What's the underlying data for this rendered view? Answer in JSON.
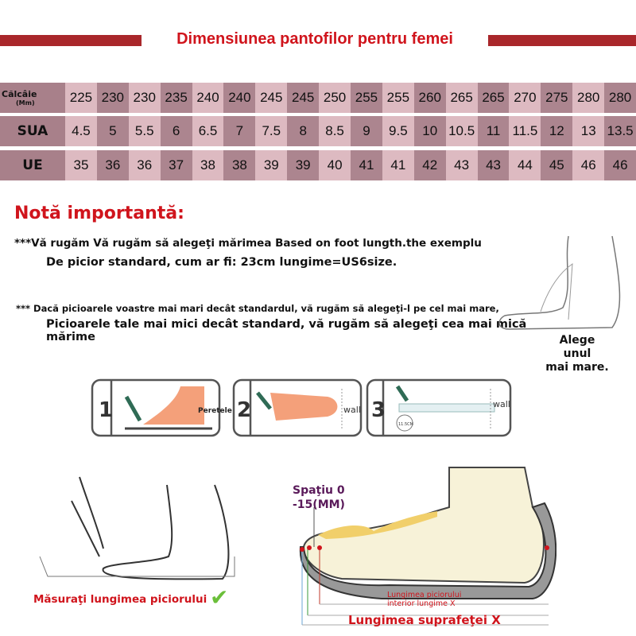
{
  "title": "Dimensiunea pantofilor pentru femei",
  "table": {
    "rows": [
      {
        "label": "Călcâie",
        "sublabel": "(Mm)",
        "values": [
          "225",
          "230",
          "230",
          "235",
          "240",
          "240",
          "245",
          "245",
          "250",
          "255",
          "255",
          "260",
          "265",
          "265",
          "270",
          "275",
          "280",
          "280"
        ]
      },
      {
        "label": "SUA",
        "values": [
          "4.5",
          "5",
          "5.5",
          "6",
          "6.5",
          "7",
          "7.5",
          "8",
          "8.5",
          "9",
          "9.5",
          "10",
          "10.5",
          "11",
          "11.5",
          "12",
          "13",
          "13.5"
        ]
      },
      {
        "label": "UE",
        "values": [
          "35",
          "36",
          "36",
          "37",
          "38",
          "38",
          "39",
          "39",
          "40",
          "41",
          "41",
          "42",
          "43",
          "43",
          "44",
          "45",
          "46",
          "46"
        ]
      }
    ]
  },
  "note": {
    "heading": "Notă importantă:",
    "line1": "***Vă rugăm Vă rugăm să alegeţi mărimea Based on foot lungth.the exemplu",
    "line2": "De picior standard, cum ar fi: 23cm lungime=US6size.",
    "line3": "*** Dacă picioarele voastre mai mari decât standardul, vă rugăm să alegeţi-l pe cel mai mare,",
    "line4": "Picioarele tale mai mici decât standard, vă rugăm să alegeţi cea mai mică",
    "line5": "mărime",
    "choose_larger_1": "Alege unul",
    "choose_larger_2": "mai mare."
  },
  "steps": {
    "n1": "1",
    "n2": "2",
    "n3": "3",
    "wall_label_ro": "Peretele",
    "wall": "wall",
    "ruler": "11.5CM"
  },
  "measure": {
    "caption": "Măsuraţi lungimea piciorului"
  },
  "shoe": {
    "space_1": "Spaţiu 0",
    "space_2": "-15(MM)",
    "foot_len_1": "Lungimea piciorului",
    "foot_len_2": "interior lungime X",
    "surface": "Lungimea suprafeţei X"
  },
  "colors": {
    "red": "#d0141c",
    "bar": "#a9272b",
    "cell_light": "#ddbac1",
    "cell_dark": "#ac858f",
    "label": "#a8808a",
    "purple": "#5a1a5a"
  }
}
